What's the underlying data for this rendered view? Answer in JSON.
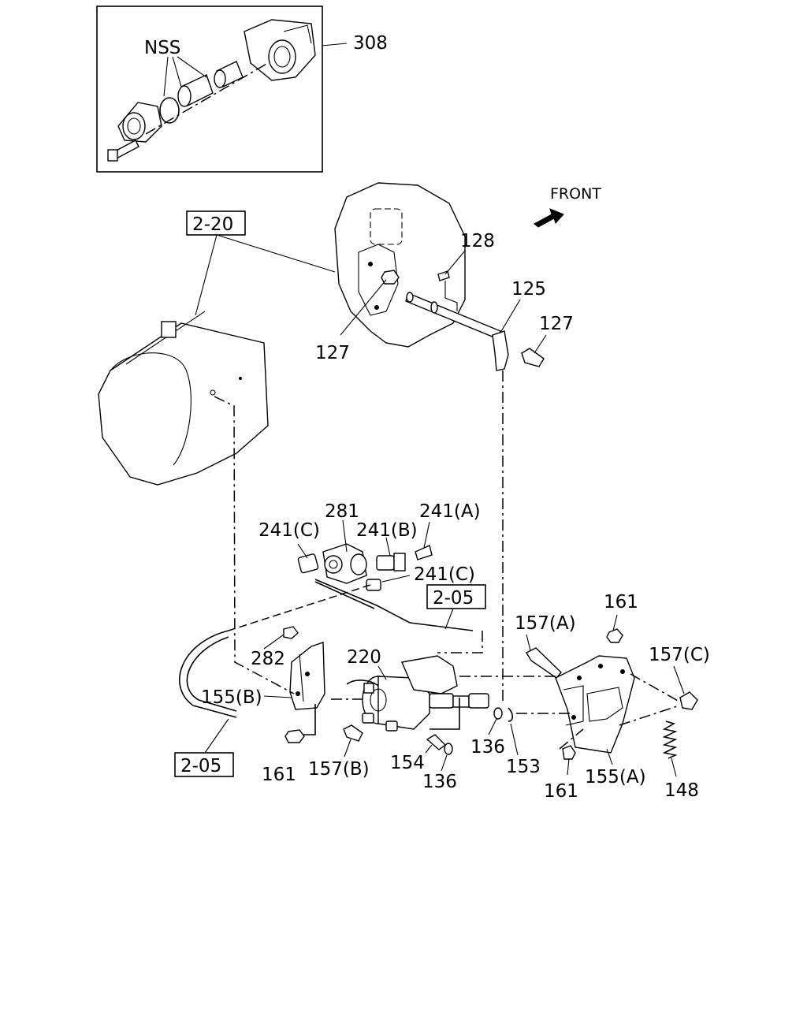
{
  "inset": {
    "nss_label": "NSS",
    "ref": "308"
  },
  "direction": {
    "label": "FRONT"
  },
  "refs": {
    "r2_20": "2-20",
    "r2_05_top": "2-05",
    "r2_05_bottom": "2-05"
  },
  "callouts": {
    "c128": "128",
    "c125": "125",
    "c127_right": "127",
    "c127_left": "127",
    "c281": "281",
    "c241c_left": "241(C)",
    "c241b": "241(B)",
    "c241a": "241(A)",
    "c241c_right": "241(C)",
    "c161_top": "161",
    "c157a": "157(A)",
    "c157c": "157(C)",
    "c282": "282",
    "c220": "220",
    "c155b": "155(B)",
    "c136_mid": "136",
    "c153": "153",
    "c154": "154",
    "c136_low": "136",
    "c161_left": "161",
    "c157b": "157(B)",
    "c161_right": "161",
    "c155a": "155(A)",
    "c148": "148"
  }
}
